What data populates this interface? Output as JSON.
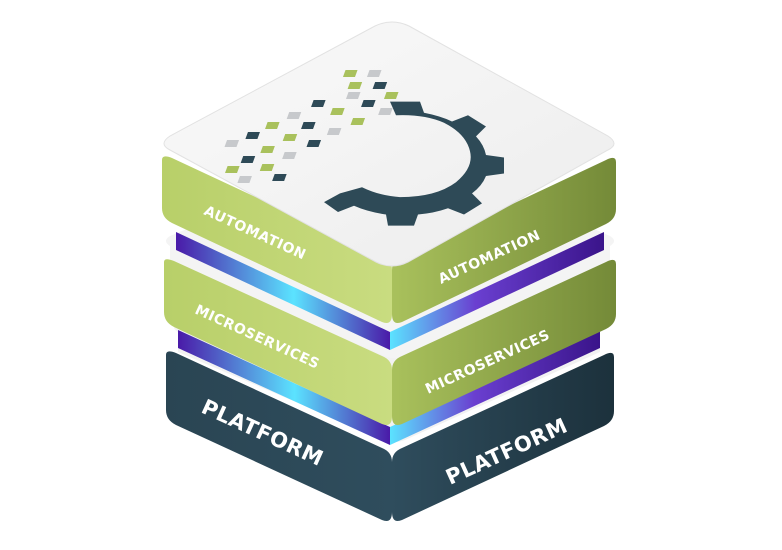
{
  "layers": {
    "top": {
      "label": "AUTOMATION"
    },
    "middle": {
      "label": "MICROSERVICES"
    },
    "bottom": {
      "label": "PLATFORM"
    }
  },
  "colors": {
    "background": "#ffffff",
    "top_surface": "#f5f5f5",
    "lime_light": "#c5d97a",
    "lime_mid": "#a9c15c",
    "lime_dark": "#7a8f3d",
    "navy_light": "#2f4d5d",
    "navy_dark": "#1f3642",
    "gear": "#2e4a57",
    "purple": "#4a1aa8",
    "cyan_glow": "#5be3ff",
    "pixel_green": "#a9c15c",
    "pixel_gray": "#c7c9cc",
    "pixel_navy": "#2e4a57"
  },
  "icon": {
    "name": "automation-gear-icon"
  }
}
